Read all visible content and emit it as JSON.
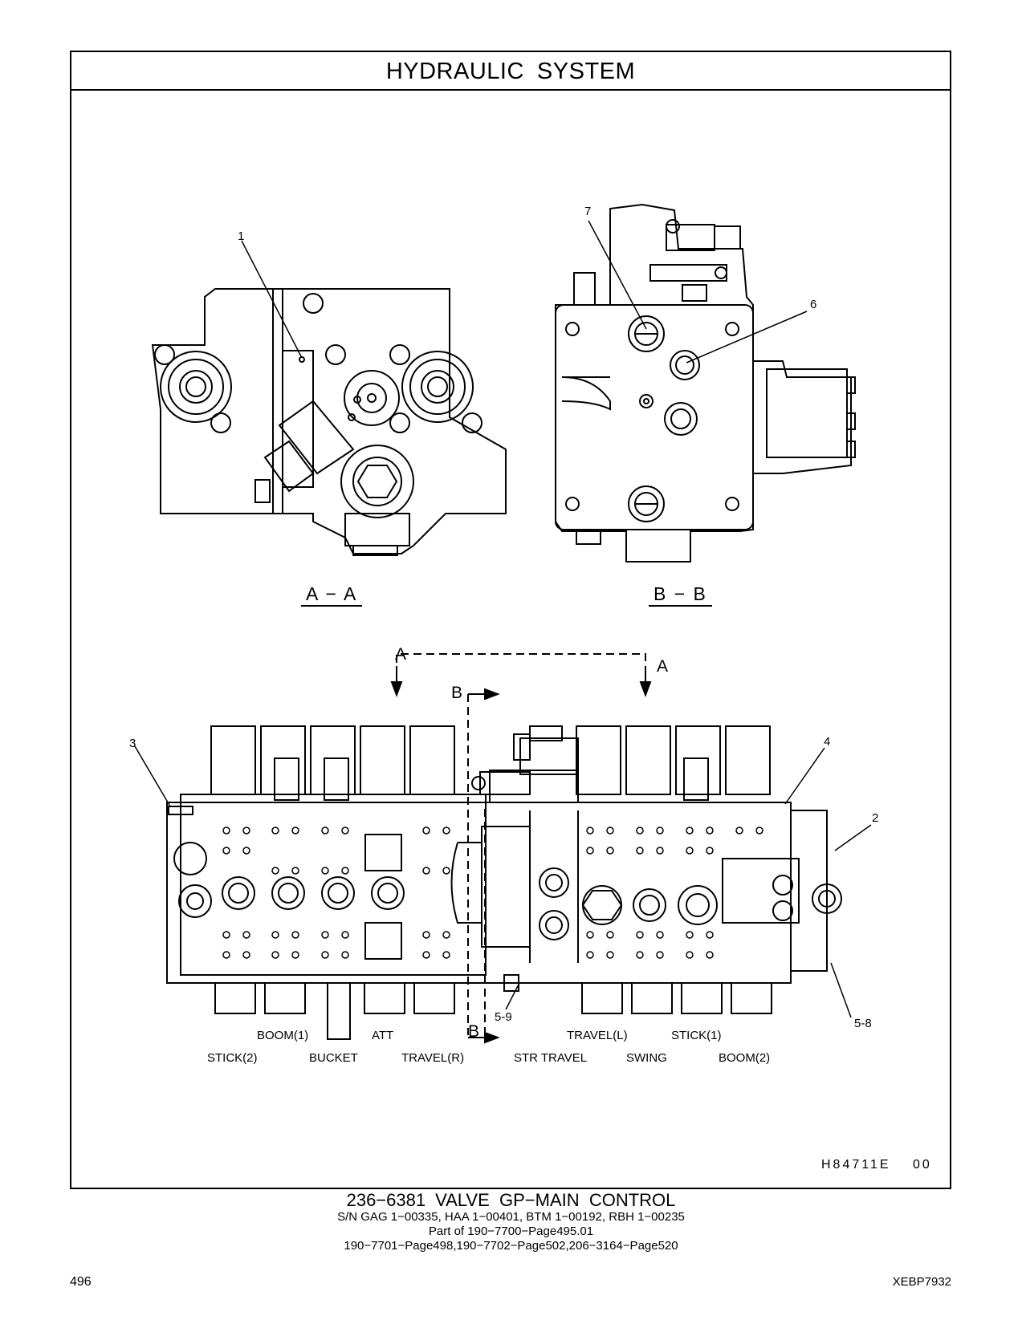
{
  "header": {
    "title_word1": "HYDRAULIC",
    "title_word2": "SYSTEM"
  },
  "views": {
    "section_aa": "A − A",
    "section_bb": "B − B",
    "cut_a_left": "A",
    "cut_a_right": "A",
    "cut_b_top": "B",
    "cut_b_bottom": "B"
  },
  "callouts": {
    "c1": "1",
    "c2": "2",
    "c3": "3",
    "c4": "4",
    "c6": "6",
    "c7": "7",
    "c5_8": "5-8",
    "c5_9": "5-9"
  },
  "spool_labels": {
    "boom1": "BOOM(1)",
    "att": "ATT",
    "travel_l": "TRAVEL(L)",
    "stick1": "STICK(1)",
    "stick2": "STICK(2)",
    "bucket": "BUCKET",
    "travel_r": "TRAVEL(R)",
    "str_travel": "STR TRAVEL",
    "swing": "SWING",
    "boom2": "BOOM(2)"
  },
  "illustration_ref": {
    "code": "H84711E",
    "rev": "00"
  },
  "caption": {
    "part_number": "236−6381",
    "part_name": "VALVE  GP−MAIN  CONTROL",
    "serials": "S/N GAG 1−00335, HAA 1−00401, BTM 1−00192, RBH 1−00235",
    "part_of": "Part of 190−7700−Page495.01",
    "refs": "190−7701−Page498,190−7702−Page502,206−3164−Page520"
  },
  "footer": {
    "page_number": "496",
    "doc_id": "XEBP7932"
  }
}
